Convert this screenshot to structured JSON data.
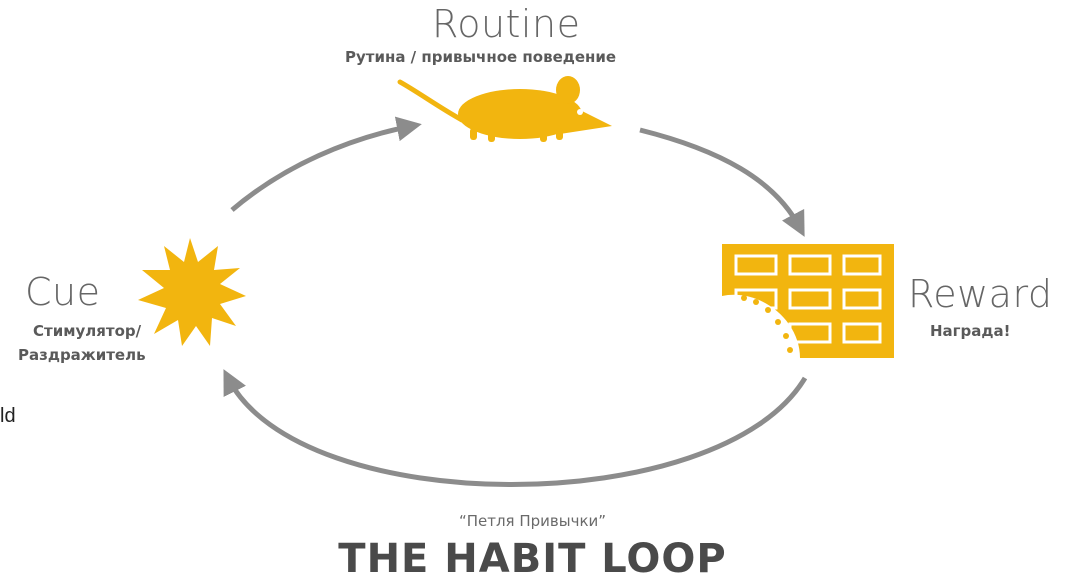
{
  "routine": {
    "title": "Routine",
    "subtitle": "Рутина / привычное поведение",
    "icon": "mouse-icon"
  },
  "cue": {
    "title": "Cue",
    "subtitle_line1": "Стимулятор/",
    "subtitle_line2": "Раздражитель",
    "icon": "starburst-icon"
  },
  "reward": {
    "title": "Reward",
    "subtitle": "Награда!",
    "icon": "chocolate-bar-icon"
  },
  "footer": {
    "caption": "“Петля Привычки”",
    "title": "THE HABIT LOOP"
  },
  "stray_text": "ld",
  "colors": {
    "accent": "#f2b50f",
    "arrow": "#8c8c8c",
    "text": "#666666"
  }
}
